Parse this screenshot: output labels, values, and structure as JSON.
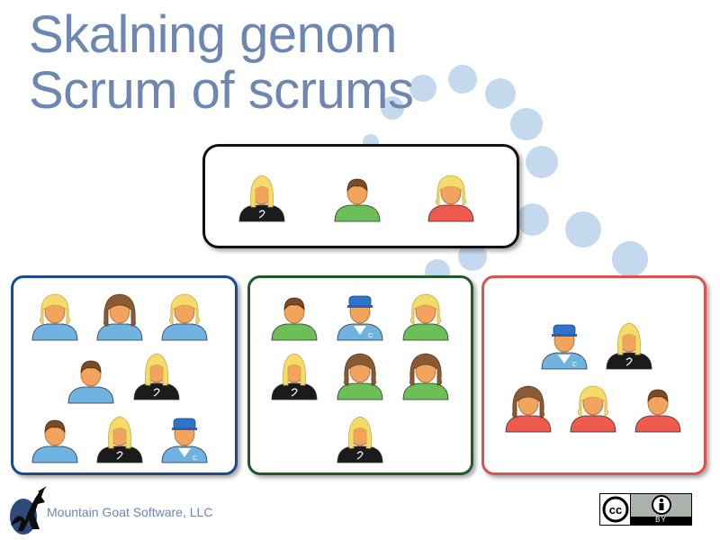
{
  "title": {
    "line1": "Skalning genom",
    "line2": "Scrum of scrums"
  },
  "footer": {
    "company": "Mountain Goat Software, LLC",
    "license_by": "BY"
  },
  "colors": {
    "title": "#6d86b2",
    "team_blue": "#1d4a8e",
    "team_green": "#1f5a2a",
    "team_red": "#d9534f",
    "dots": "#c5d9ee"
  },
  "groups": [
    {
      "id": "scrum-of-scrums",
      "border": "black",
      "members": [
        "blonde-dark-shirt",
        "man-green",
        "blonde-red"
      ]
    },
    {
      "id": "team-blue",
      "border": "blue",
      "members": [
        "blonde-blue",
        "brunette-blue",
        "blonde-blue",
        "man-blue",
        "blonde-dark-shirt",
        "man-blue",
        "blonde-dark-shirt",
        "cap-blue"
      ]
    },
    {
      "id": "team-green",
      "border": "green",
      "members": [
        "man-green",
        "cap-blue",
        "blonde-green",
        "blonde-dark-shirt",
        "brunette-green",
        "brunette-green",
        "blonde-dark-shirt"
      ]
    },
    {
      "id": "team-red",
      "border": "red",
      "members": [
        "cap-blue",
        "blonde-dark-shirt",
        "brunette-red",
        "blonde-red",
        "man-red"
      ]
    }
  ],
  "icons": {
    "footer_logo": "mountain-goat-icon",
    "cc": "creative-commons-icon",
    "by": "attribution-icon"
  }
}
